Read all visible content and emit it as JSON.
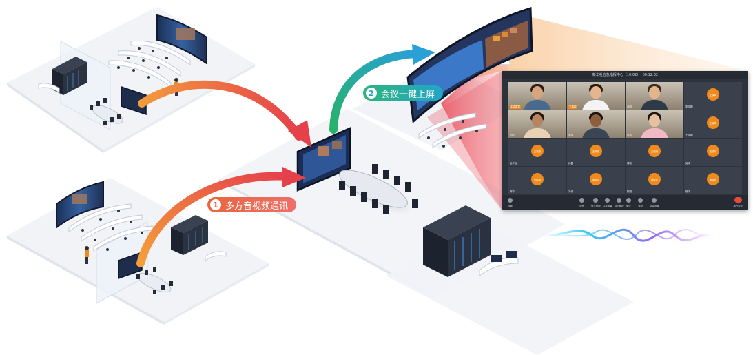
{
  "steps": [
    {
      "number": "1",
      "label": "多方音视频通讯"
    },
    {
      "number": "2",
      "label": "会议一键上屏"
    }
  ],
  "meeting": {
    "title": "新华社应急指挥中心（10:02）| 00:12:32",
    "tiles": [
      {
        "type": "video",
        "tag": "主讲嘉宾",
        "highlight": true,
        "skin": "#d9a57c",
        "hair": "#2c1e16",
        "shirt": "#4a6a8c"
      },
      {
        "type": "video",
        "tag": "王嘉欣",
        "highlight": true,
        "skin": "#e4b58f",
        "hair": "#2a1a12",
        "shirt": "#f3f3f3"
      },
      {
        "type": "video",
        "tag": "邓明",
        "highlight": false,
        "skin": "#e2b58f",
        "hair": "#3d2b20",
        "shirt": "#2f3a48"
      },
      {
        "type": "avatar",
        "name": "王晓辉",
        "tag": "张晓刚"
      },
      {
        "type": "video",
        "tag": "刘欣",
        "highlight": false,
        "skin": "#b78460",
        "hair": "#24160e",
        "shirt": "#e9d2b4"
      },
      {
        "type": "video",
        "tag": "李强",
        "highlight": false,
        "skin": "#8d5e3f",
        "hair": "#1c120c",
        "shirt": "#3b4654"
      },
      {
        "type": "video",
        "tag": "陈颖",
        "highlight": false,
        "skin": "#e7c0a0",
        "hair": "#1e1410",
        "shirt": "#f2b8c4"
      },
      {
        "type": "avatar",
        "name": "王晓明",
        "tag": "王晓明"
      },
      {
        "type": "avatar",
        "name": "王晓丽",
        "tag": "赵子龙"
      },
      {
        "type": "avatar",
        "name": "王婷婷",
        "tag": "孙磊"
      },
      {
        "type": "avatar",
        "name": "王晓峰",
        "tag": "周敏"
      },
      {
        "type": "avatar",
        "name": "王晓军",
        "tag": "吴涛"
      },
      {
        "type": "avatar",
        "name": "李晓明",
        "tag": "郑华"
      },
      {
        "type": "avatar",
        "name": "周晓华",
        "tag": "冯伟"
      },
      {
        "type": "avatar",
        "name": "黄晓斌",
        "tag": "陈刚"
      },
      {
        "type": "avatar",
        "name": "吴晓东",
        "tag": "杨洋"
      }
    ],
    "toolbar": {
      "left": "设置",
      "buttons": [
        "静音",
        "停止视频",
        "共享屏幕",
        "成员管理",
        "聊天",
        "录制",
        "会议设置"
      ],
      "leave": "离开会议"
    }
  },
  "colors": {
    "orange_arrow": "#ee6a45",
    "red_arrow": "#e5434a",
    "teal_arrow": "#25b49a",
    "avatar_orange": "#f08a1c"
  }
}
